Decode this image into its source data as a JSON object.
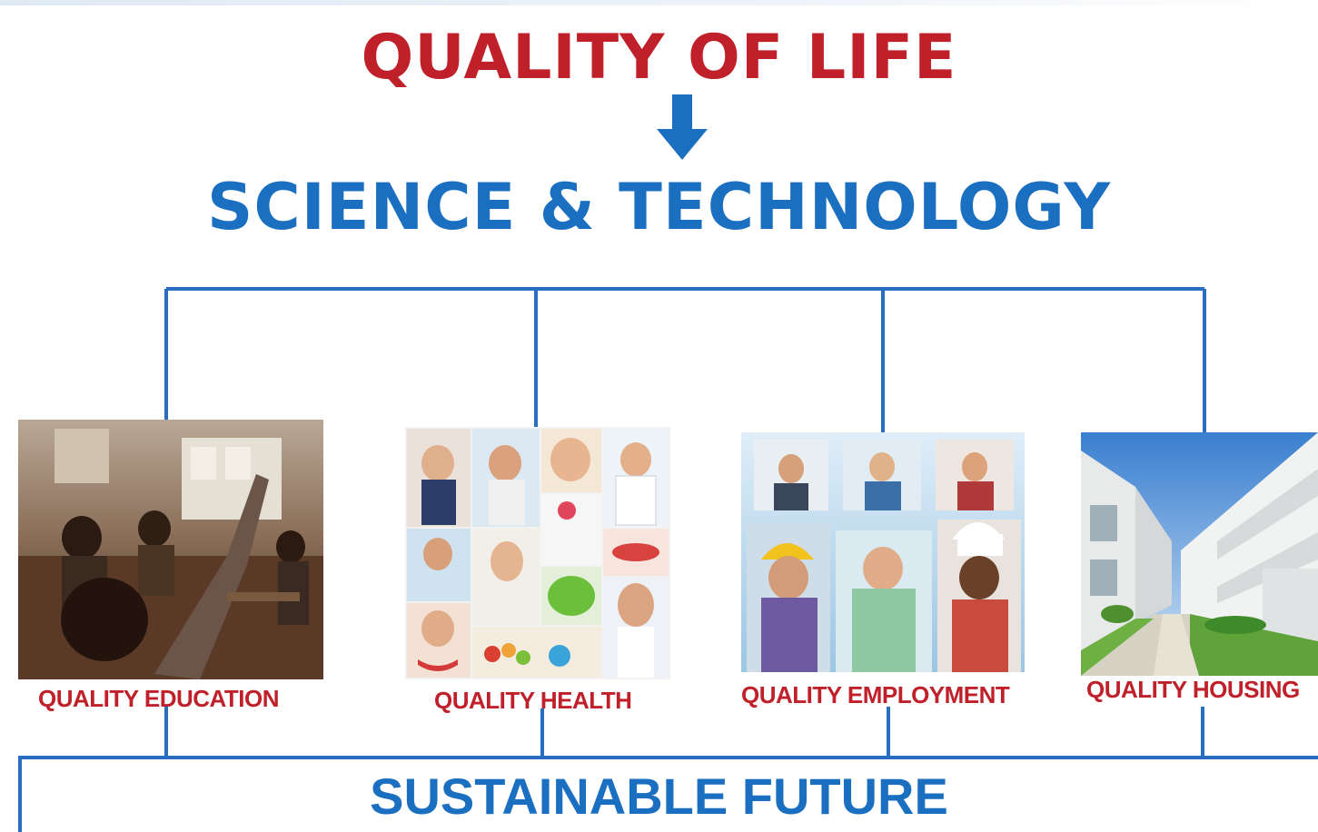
{
  "diagram": {
    "top_title": "QUALITY OF LIFE",
    "middle_title": "SCIENCE & TECHNOLOGY",
    "pillars": [
      {
        "label": "QUALITY EDUCATION",
        "photo": "classroom-photo"
      },
      {
        "label": "QUALITY HEALTH",
        "photo": "health-collage-photo"
      },
      {
        "label": "QUALITY EMPLOYMENT",
        "photo": "workers-collage-photo"
      },
      {
        "label": "QUALITY HOUSING",
        "photo": "housing-photo"
      }
    ],
    "bottom_title": "SUSTAINABLE FUTURE"
  },
  "colors": {
    "red": "#c0202a",
    "blue": "#1a6fc0",
    "connector": "#2a6fbf"
  }
}
